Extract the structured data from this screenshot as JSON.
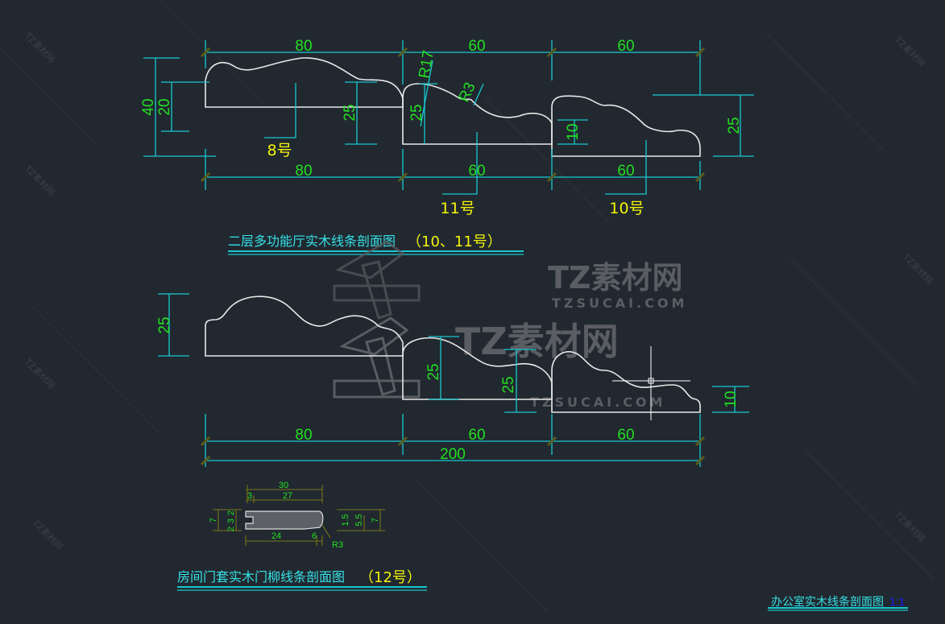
{
  "watermark": {
    "brand": "TZ素材网",
    "url": "TZSUCAI.COM"
  },
  "section_top": {
    "top_dims": [
      "80",
      "60",
      "60"
    ],
    "bottom_dims": [
      "80",
      "60",
      "60"
    ],
    "vertical_dims": {
      "overall": "40",
      "inner": "20",
      "profile8": "25",
      "profile11": "25",
      "profile10_inner": "10",
      "profile10_right": "25"
    },
    "radius_labels": [
      "R17",
      "R3"
    ],
    "labels": {
      "p8": "8号",
      "p11": "11号",
      "p10": "10号"
    },
    "title": "二层多功能厅实木线条剖面图",
    "title_suffix": "（10、11号）"
  },
  "section_middle": {
    "vertical_dims": {
      "left": "25",
      "mid1": "25",
      "mid2": "25",
      "right": "10"
    },
    "bottom_dims": [
      "80",
      "60",
      "60"
    ],
    "total": "200"
  },
  "section_small": {
    "top_total": "30",
    "top_parts": [
      "3",
      "27"
    ],
    "left_dims": [
      "7",
      "2",
      "3",
      "2"
    ],
    "bottom_dims": [
      "24",
      "6"
    ],
    "right_dims": [
      "R3",
      "1.5",
      "5.5",
      "7"
    ],
    "title": "房间门套实木门柳线条剖面图",
    "title_suffix": "（12号）"
  },
  "footer": {
    "title": "办公室实木线条剖面图",
    "scale": "1:1"
  },
  "colors": {
    "background": "#212830",
    "dimension": "#19c8cf",
    "dimension_text": "#22e022",
    "label": "#f4f40a",
    "title": "#35e2e6",
    "profile": "#e8e8e8",
    "scale": "#1a1aff"
  }
}
